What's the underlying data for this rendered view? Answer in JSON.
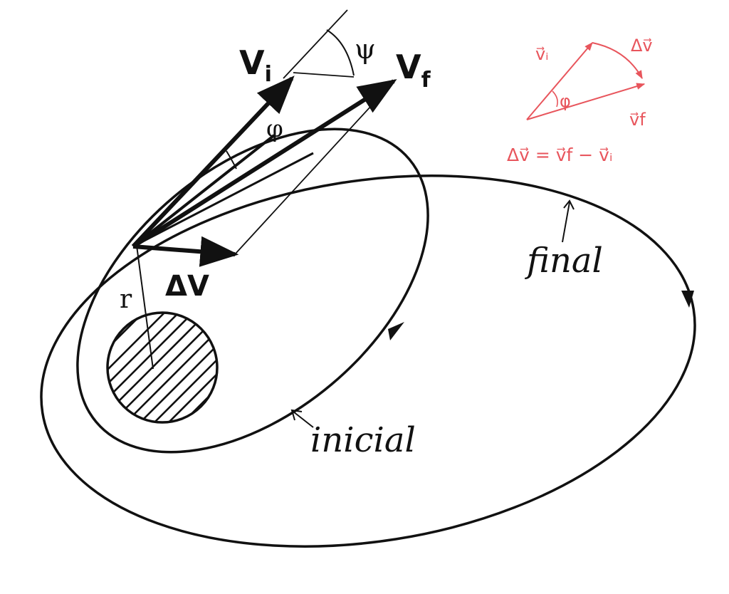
{
  "colors": {
    "ink": "#111111",
    "red_annotation": "#e8555c",
    "background": "#ffffff"
  },
  "labels": {
    "v_initial": "V",
    "v_initial_sub": "i",
    "v_final": "V",
    "v_final_sub": "f",
    "delta_v": "ΔV",
    "psi": "ψ",
    "phi": "φ",
    "radius": "r",
    "orbit_final": "final",
    "orbit_initial": "inicial"
  },
  "vector_triangle": {
    "vi_label": "v⃗ᵢ",
    "dv_label": "Δv⃗",
    "vf_label": "v⃗f",
    "angle_label": "φ",
    "equation": "Δv⃗ = v⃗f − v⃗ᵢ"
  }
}
